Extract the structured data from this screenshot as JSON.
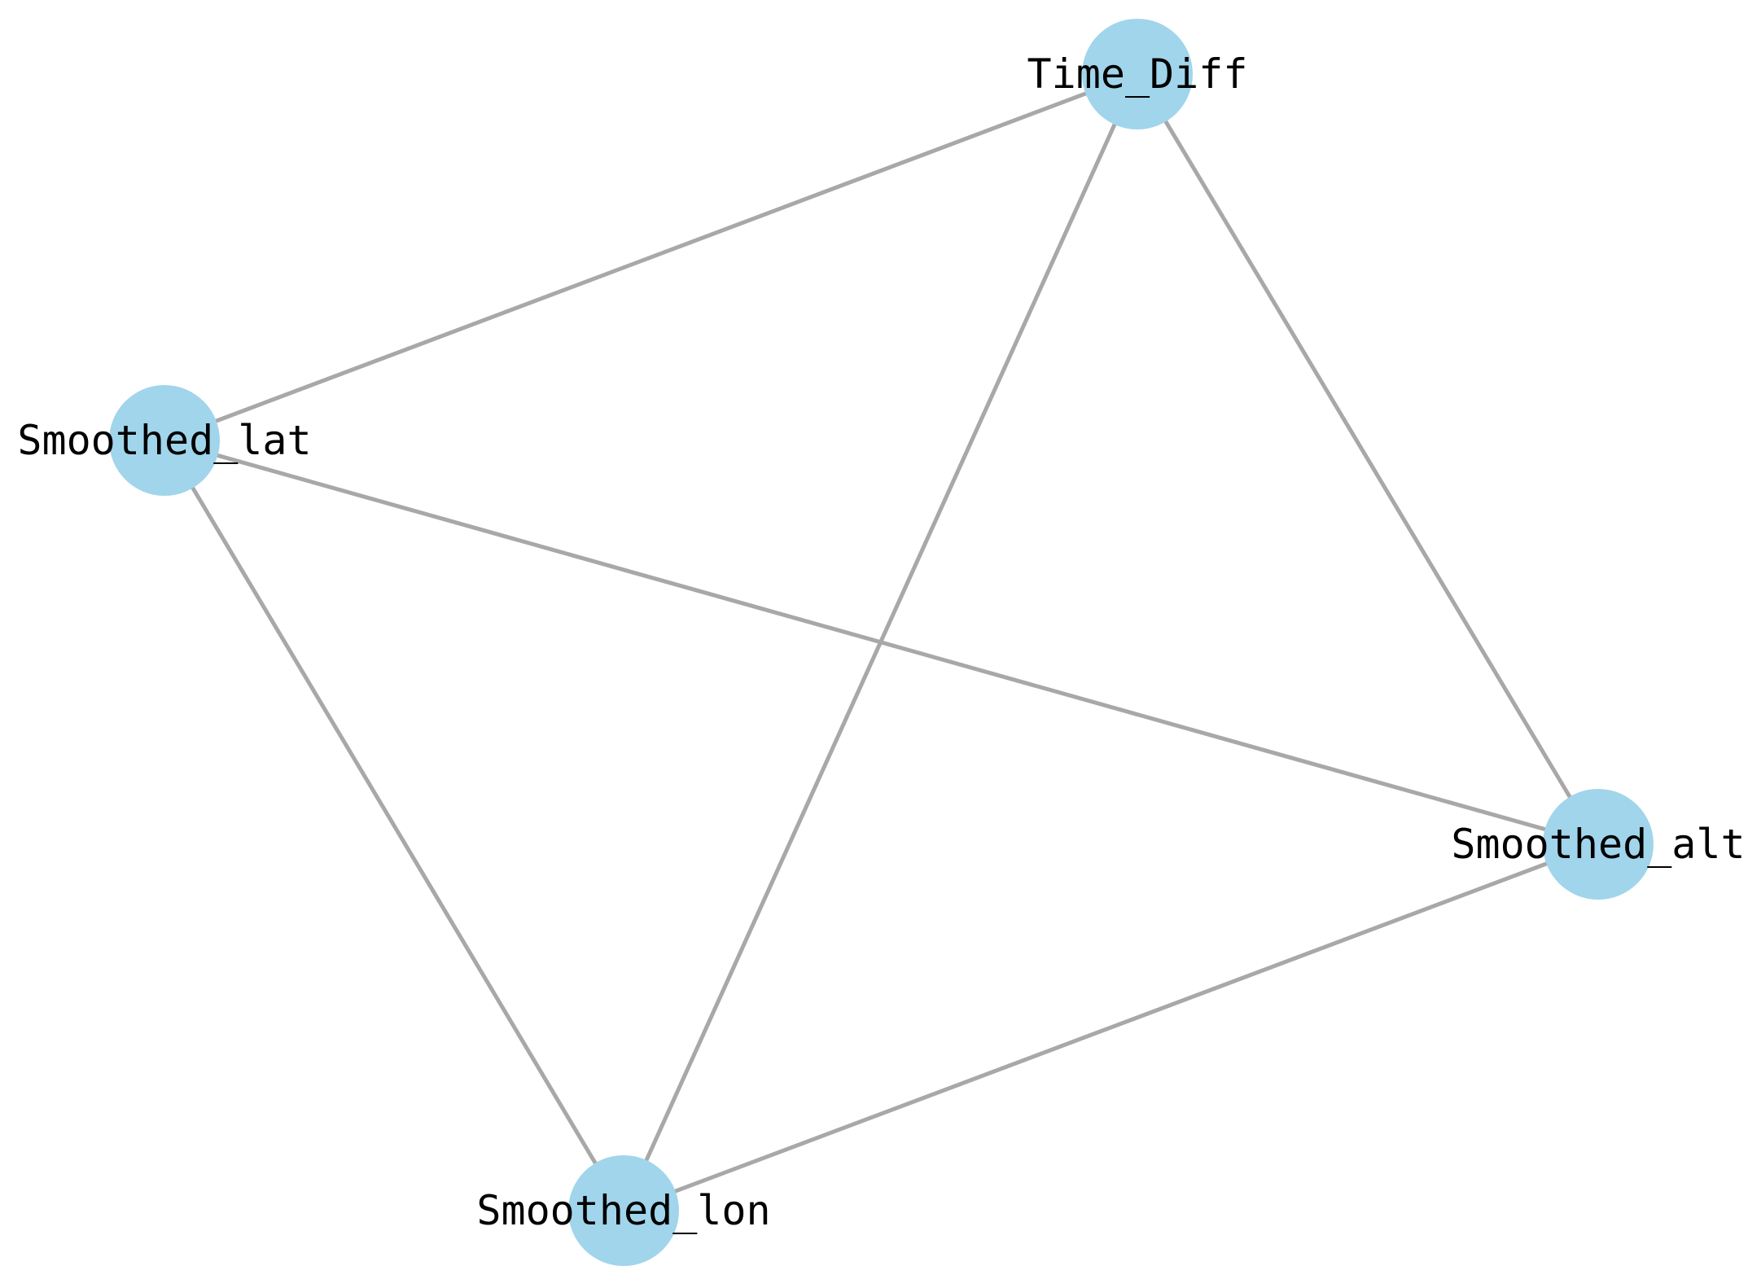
{
  "graph": {
    "node_color": "#a0d5ec",
    "edge_color": "#a8a8a8",
    "nodes": [
      {
        "id": "time_diff",
        "label": "Time_Diff"
      },
      {
        "id": "smoothed_lat",
        "label": "Smoothed_lat"
      },
      {
        "id": "smoothed_alt",
        "label": "Smoothed_alt"
      },
      {
        "id": "smoothed_lon",
        "label": "Smoothed_lon"
      }
    ],
    "edges": [
      {
        "source": "time_diff",
        "target": "smoothed_lat"
      },
      {
        "source": "time_diff",
        "target": "smoothed_lon"
      },
      {
        "source": "time_diff",
        "target": "smoothed_alt"
      },
      {
        "source": "smoothed_lat",
        "target": "smoothed_alt"
      },
      {
        "source": "smoothed_lat",
        "target": "smoothed_lon"
      },
      {
        "source": "smoothed_lon",
        "target": "smoothed_alt"
      }
    ]
  }
}
